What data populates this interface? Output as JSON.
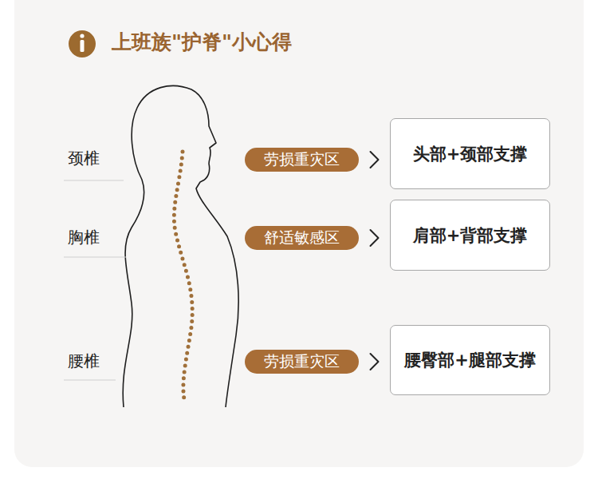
{
  "diagram": {
    "title": "上班族\"护脊\"小心得",
    "nodes": [
      {
        "text": [
          "劳损重灾区"
        ]
      },
      {
        "text": [
          "头部+颈部支撑"
        ]
      },
      {
        "text": [
          "舒适敏感区"
        ]
      },
      {
        "text": [
          "肩部+背部支撑"
        ]
      },
      {
        "text": [
          "劳损重灾区"
        ]
      },
      {
        "text": [
          "腰臀部+腿部支撑"
        ]
      }
    ],
    "edges": [
      {
        "from": 0,
        "to": 1,
        "arrow": "to"
      },
      {
        "from": 2,
        "to": 3,
        "arrow": "to"
      },
      {
        "from": 4,
        "to": 5,
        "arrow": "to"
      }
    ],
    "labels": [
      "颈椎",
      "胸椎",
      "腰椎"
    ]
  }
}
